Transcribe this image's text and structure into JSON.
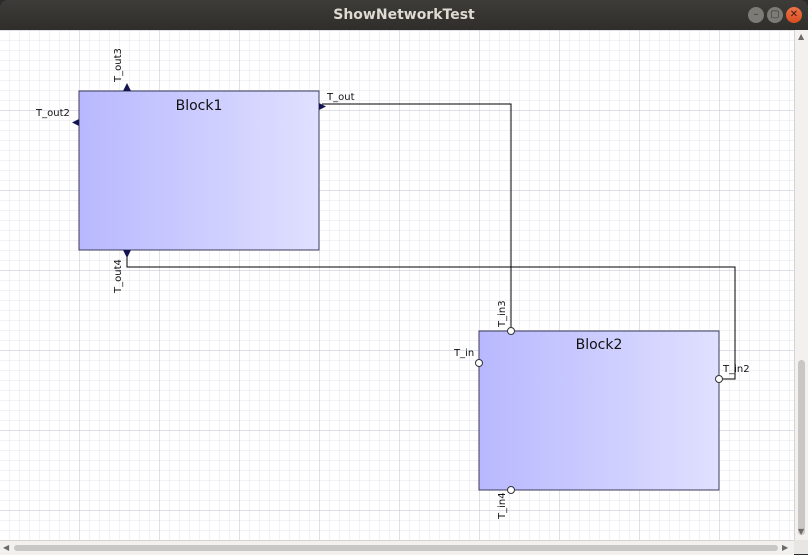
{
  "window": {
    "title": "ShowNetworkTest",
    "buttons": {
      "minimize": "–",
      "maximize": "▢",
      "close": "✕"
    }
  },
  "blocks": [
    {
      "name": "Block1"
    },
    {
      "name": "Block2"
    }
  ],
  "ports": {
    "block1": {
      "out": "T_out",
      "out2": "T_out2",
      "out3": "T_out3",
      "out4": "T_out4"
    },
    "block2": {
      "in": "T_in",
      "in2": "T_in2",
      "in3": "T_in3",
      "in4": "T_in4"
    }
  },
  "colors": {
    "block_fill_start": "#b8b8ff",
    "block_fill_end": "#e0e0ff",
    "block_border": "#3a3a5a",
    "grid_minor": "#e3e3ee",
    "grid_major": "#c0c0d2",
    "wire": "#000000",
    "output_port": "#141450"
  },
  "icons": {
    "output_port": "triangle-icon",
    "input_port": "circle-icon",
    "scroll_up": "arrow-up-icon",
    "scroll_down": "arrow-down-icon",
    "scroll_left": "arrow-left-icon",
    "scroll_right": "arrow-right-icon"
  }
}
